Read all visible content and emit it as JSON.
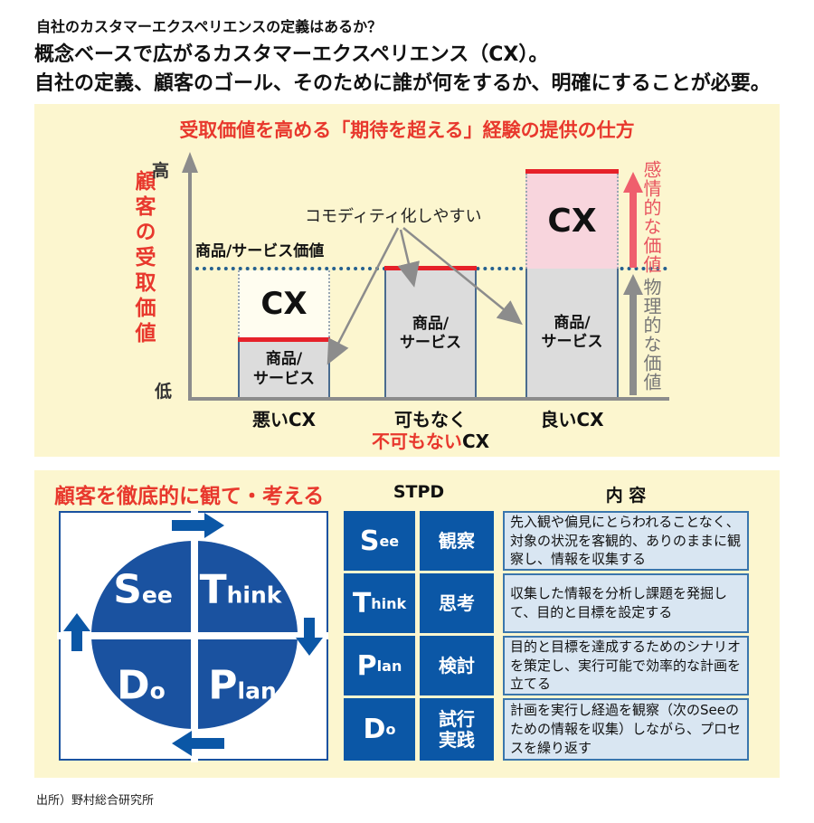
{
  "header": {
    "line1": "自社のカスタマーエクスペリエンスの定義はあるか？",
    "line2": "概念ベースで広がるカスタマーエクスペリエンス（CX）。",
    "line3": "自社の定義、顧客のゴール、そのために誰が何をするか、明確にすることが必要。"
  },
  "panel1": {
    "title": "受取価値を高める「期待を超える」経験の提供の仕方",
    "y_axis_label": "顧客の受取価値",
    "high": "高",
    "low": "低",
    "threshold_label": "商品/サービス価値",
    "annotation": "コモディティ化しやすい",
    "emotional_label": "感情的な価値",
    "physical_label": "物理的な価値",
    "bars": [
      {
        "cx": "CX",
        "product_line1": "商品/",
        "product_line2": "サービス",
        "label": "悪いCX"
      },
      {
        "product_line1": "商品/",
        "product_line2": "サービス",
        "label_line1": "可もなく",
        "label_line2_red": "不可もない",
        "label_line2_black": "CX"
      },
      {
        "cx": "CX",
        "product_line1": "商品/",
        "product_line2": "サービス",
        "label": "良いCX"
      }
    ]
  },
  "panel2": {
    "title": "顧客を徹底的に観て・考える",
    "cycle_quadrants": [
      {
        "big": "S",
        "rest": "ee"
      },
      {
        "big": "T",
        "rest": "hink"
      },
      {
        "big": "D",
        "rest": "o"
      },
      {
        "big": "P",
        "rest": "lan"
      }
    ],
    "table": {
      "header_stpd": "STPD",
      "header_content": "内 容",
      "rows": [
        {
          "big": "S",
          "rest": "ee",
          "ja": "観察",
          "desc": "先入観や偏見にとらわれることなく、対象の状況を客観的、ありのままに観察し、情報を収集する"
        },
        {
          "big": "T",
          "rest": "hink",
          "ja": "思考",
          "desc": "収集した情報を分析し課題を発掘して、目的と目標を設定する"
        },
        {
          "big": "P",
          "rest": "lan",
          "ja": "検討",
          "desc": "目的と目標を達成するためのシナリオを策定し、実行可能で効率的な計画を立てる"
        },
        {
          "big": "D",
          "rest": "o",
          "ja": "試行実践",
          "desc": "計画を実行し経過を観察（次のSeeのための情報を収集）しながら、プロセスを繰り返す"
        }
      ]
    }
  },
  "footer": "出所）野村総合研究所",
  "colors": {
    "accent_red": "#e8382d",
    "bar_red": "#e62129",
    "pink_fill": "#f8d5dd",
    "pink_arrow": "#ef5f6d",
    "cell_blue": "#0b57a6",
    "circle_blue": "#1a52a0",
    "light_blue_fill": "#d9e6f2",
    "panel_yellow": "#fcf6cf",
    "gray_bar": "#dcdcdc",
    "axis_gray": "#8c8c8c",
    "dotted_blue": "#25608f"
  }
}
